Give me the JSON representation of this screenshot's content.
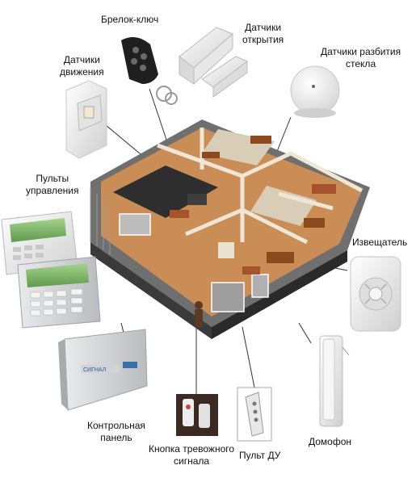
{
  "labels": {
    "keyfob": "Брелок-ключ",
    "open_sensors": [
      "Датчики",
      "открытия"
    ],
    "glass_sensors": [
      "Датчики разбития",
      "стекла"
    ],
    "motion_sensors": [
      "Датчики",
      "движения"
    ],
    "control_pads": [
      "Пульты",
      "управления"
    ],
    "siren": "Извещатель",
    "control_panel": [
      "Контрольная",
      "панель"
    ],
    "panic_button": [
      "Кнопка тревожного",
      "сигнала"
    ],
    "remote": "Пульт ДУ",
    "intercom": "Домофон"
  },
  "device_text": {
    "panel_brand": "СИГНАЛ"
  },
  "colors": {
    "wall_gray": "#8d8d8d",
    "floor_wood": "#c98d55",
    "floor_dark": "#2e2e2e",
    "lcd_green": "#7fb56a",
    "device_white": "#f2f2f2"
  }
}
